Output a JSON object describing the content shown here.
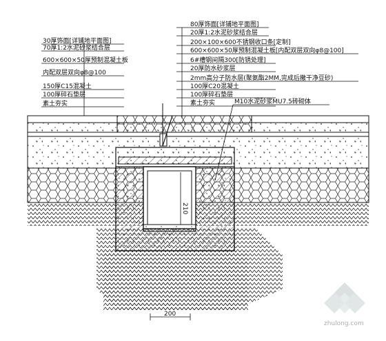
{
  "left_labels": [
    "30厚饰面[详铺地平面图]",
    "70厚1:2水泥砂浆结合层",
    "600×600×50厚预制混凝土板",
    "内配双层双向φ8@100",
    "150厚C15混凝土",
    "100厚碎石垫层",
    "素土夯实"
  ],
  "right_labels": [
    "80厚饰面[详铺地平面图]",
    "20厚1:2水泥砂浆结合层",
    "200×100×600不锈钢收口条[定制]",
    "600×600×50厚预制混凝土板[内配双层双向φ8@100]",
    "6#槽钢间隔300[防锈处理]",
    "20厚防水砂浆层",
    "2mm高分子防水层(聚氨酯2MM,完成后撒干净豆砂)",
    "100厚C20混凝土",
    "100厚碎石垫层",
    "素土夯实"
  ],
  "wall_label": "M10水泥砂浆MU7.5砖砌体",
  "depth_label": "210",
  "width_label": "200",
  "logo": "zhulong.com"
}
